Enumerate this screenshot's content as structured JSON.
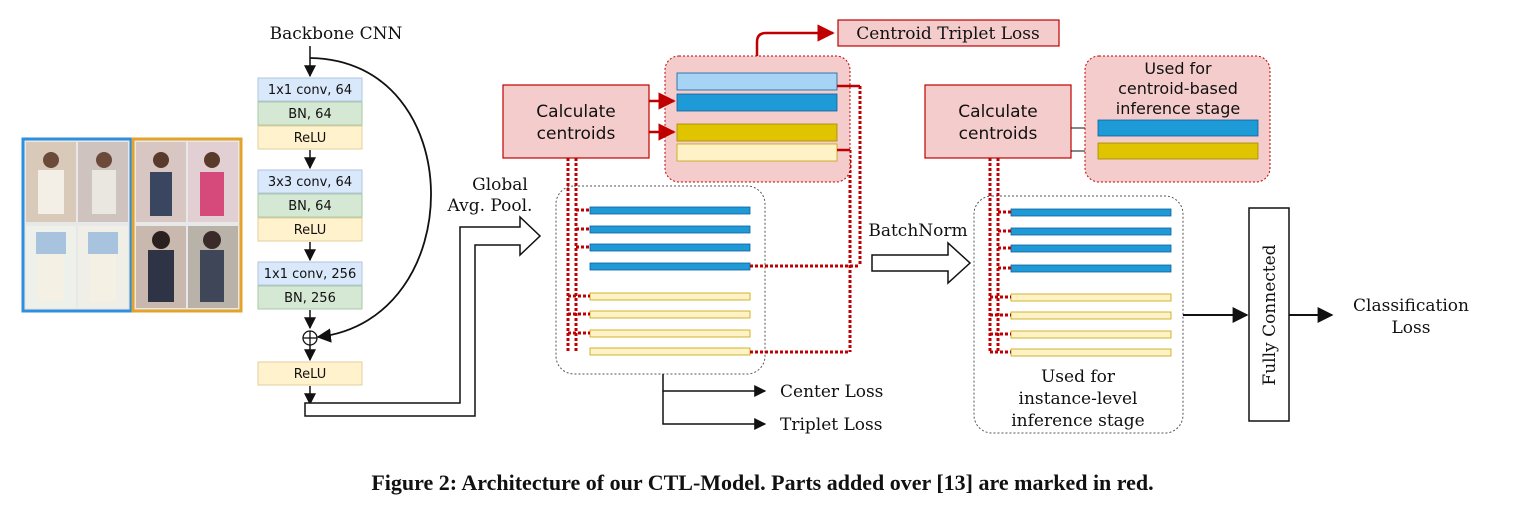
{
  "backbone": {
    "title": "Backbone CNN",
    "layers": [
      "1x1 conv, 64",
      "BN, 64",
      "ReLU",
      "3x3 conv, 64",
      "BN, 64",
      "ReLU",
      "1x1 conv, 256",
      "BN, 256"
    ],
    "final_relu": "ReLU",
    "add_symbol": "⊕"
  },
  "labels": {
    "global_pool_line1": "Global",
    "global_pool_line2": "Avg. Pool.",
    "batchnorm": "BatchNorm",
    "centroid_triplet_loss": "Centroid Triplet Loss",
    "calc_centroids_1_line1": "Calculate",
    "calc_centroids_1_line2": "centroids",
    "calc_centroids_2_line1": "Calculate",
    "calc_centroids_2_line2": "centroids",
    "centroid_inference_line1": "Used for",
    "centroid_inference_line2": "centroid-based",
    "centroid_inference_line3": "inference stage",
    "instance_inference_line1": "Used for",
    "instance_inference_line2": "instance-level",
    "instance_inference_line3": "inference stage",
    "center_loss": "Center Loss",
    "triplet_loss": "Triplet Loss",
    "fully_connected": "Fully Connected",
    "classification_loss_line1": "Classification",
    "classification_loss_line2": "Loss"
  },
  "caption": "Figure 2: Architecture of our CTL-Model. Parts added over [13] are marked in red.",
  "colors": {
    "red": "#c00000",
    "red_fill": "#f4cccc",
    "blue_dark": "#1e9ad6",
    "blue_light": "#a7d3f5",
    "gold": "#e0c400",
    "cream": "#fff2c7",
    "conv": "#dae8fc",
    "bn": "#d5e8d4",
    "relu": "#fff2cc"
  }
}
